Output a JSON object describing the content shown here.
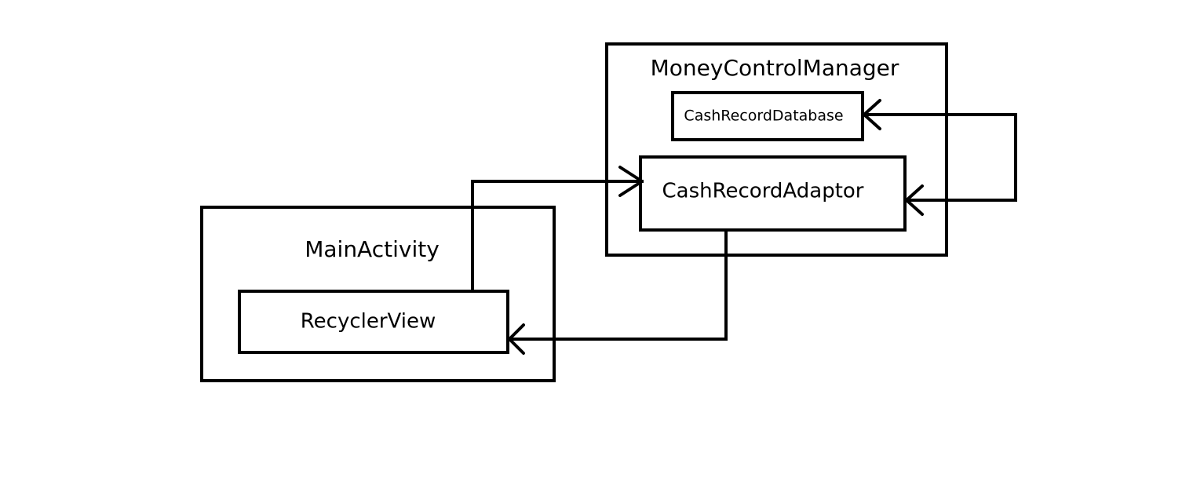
{
  "diagram": {
    "nodes": {
      "main_activity": "MainActivity",
      "recycler_view": "RecyclerView",
      "money_control_manager": "MoneyControlManager",
      "cash_record_database": "CashRecordDatabase",
      "cash_record_adaptor": "CashRecordAdaptor"
    },
    "edges": [
      {
        "from": "RecyclerView",
        "to": "CashRecordAdaptor"
      },
      {
        "from": "CashRecordAdaptor",
        "to": "RecyclerView"
      },
      {
        "from": "CashRecordAdaptor",
        "to": "CashRecordDatabase"
      },
      {
        "from": "CashRecordDatabase",
        "to": "CashRecordAdaptor"
      }
    ],
    "colors": {
      "stroke": "#000000",
      "background": "#ffffff"
    }
  }
}
